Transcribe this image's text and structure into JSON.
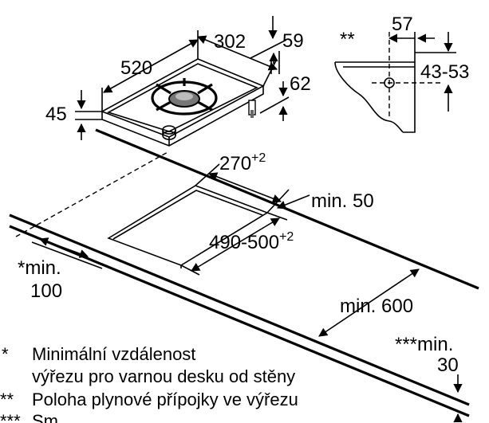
{
  "dimensions": {
    "width_302": "302",
    "depth_520": "520",
    "offset_59": "59",
    "height_45": "45",
    "height_62": "62",
    "gas_57": "57",
    "gas_range": "43-53",
    "gas_marker": "**",
    "cutout_width": "270",
    "cutout_width_tol": "+2",
    "cutout_depth": "490-500",
    "cutout_depth_tol": "+2",
    "min_50": "min. 50",
    "min_100_prefix": "*min.",
    "min_100_value": "100",
    "min_600": "min. 600",
    "min_30_prefix": "***min.",
    "min_30_value": "30"
  },
  "notes": [
    {
      "marker": "*",
      "lines": [
        "Minimální vzdálenost",
        "výřezu pro varnou desku od stěny"
      ]
    },
    {
      "marker": "**",
      "lines": [
        "Poloha plynové přípojky ve výřezu"
      ]
    },
    {
      "marker": "***",
      "lines": [
        "Sm..."
      ]
    }
  ]
}
